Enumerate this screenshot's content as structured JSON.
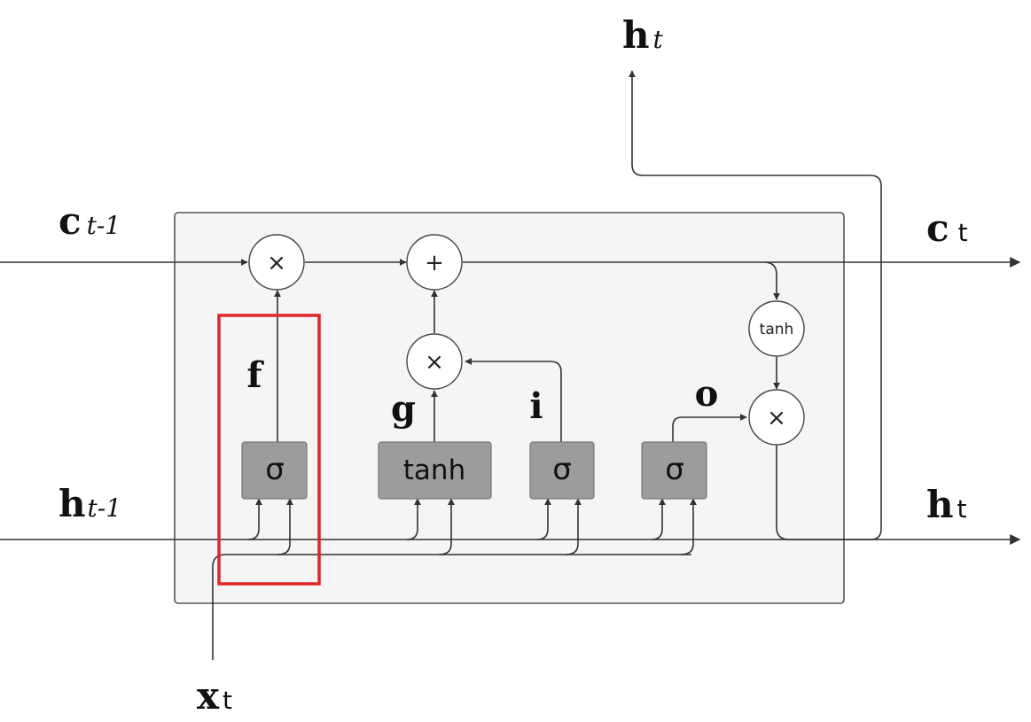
{
  "ops": {
    "forget_multiply": "×",
    "cell_add": "+",
    "input_multiply": "×",
    "cell_tanh": "tanh",
    "output_multiply": "×"
  },
  "gates": {
    "forget": "σ",
    "candidate": "tanh",
    "input": "σ",
    "output": "σ"
  },
  "gate_labels": {
    "forget": "f",
    "candidate": "g",
    "input": "i",
    "output": "o"
  },
  "io_labels": {
    "c_prev": {
      "main": "c",
      "sub": "t-1"
    },
    "h_prev": {
      "main": "h",
      "sub": "t-1"
    },
    "c_out": {
      "main": "c",
      "sub": "t"
    },
    "h_out": {
      "main": "h",
      "sub": "t"
    },
    "h_top": {
      "main": "h",
      "sub": "t"
    },
    "x_in": {
      "main": "x",
      "sub": "t"
    }
  },
  "colors": {
    "gate_fill": "#9c9c9c",
    "highlight": "#e0252b",
    "wire": "#333333"
  }
}
